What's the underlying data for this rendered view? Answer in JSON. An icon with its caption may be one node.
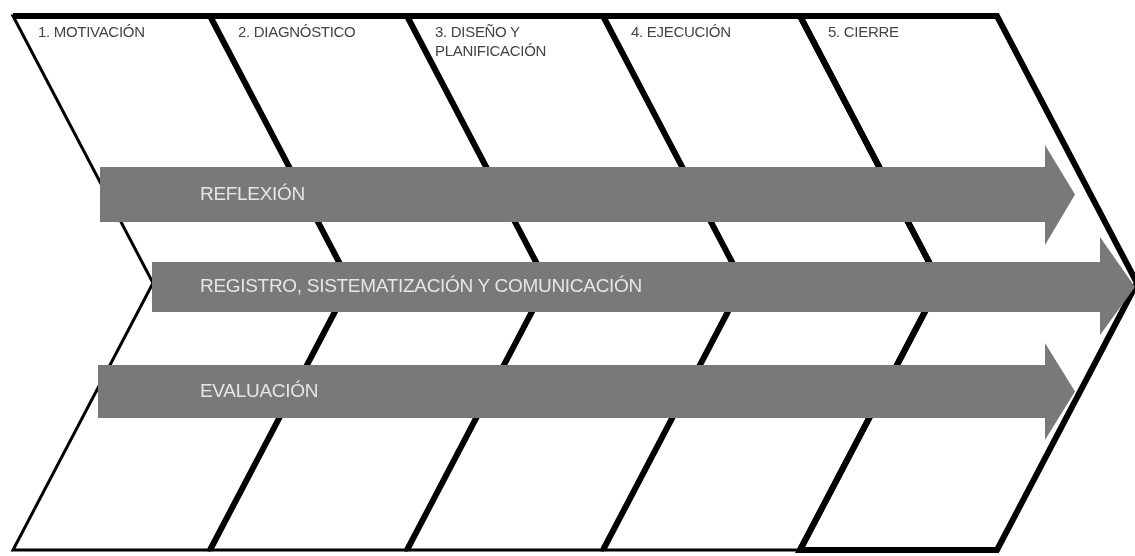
{
  "diagram": {
    "nodes": [
      {
        "text": [
          "1. MOTIVACIÓN"
        ]
      },
      {
        "text": [
          "2. DIAGNÓSTICO"
        ]
      },
      {
        "text": [
          "3. DISEÑO Y PLANIFICACIÓN"
        ]
      },
      {
        "text": [
          "4. EJECUCIÓN"
        ]
      },
      {
        "text": [
          "5. CIERRE"
        ]
      },
      {
        "text": [
          "REFLEXIÓN"
        ]
      },
      {
        "text": [
          "REGISTRO, SISTEMATIZACIÓN Y COMUNICACIÓN"
        ]
      },
      {
        "text": [
          "EVALUACIÓN"
        ]
      }
    ]
  }
}
